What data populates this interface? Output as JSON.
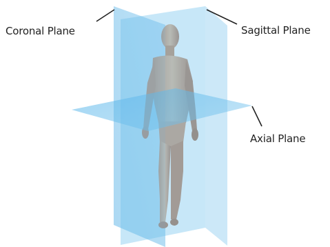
{
  "diagram": {
    "labels": {
      "coronal": "Coronal Plane",
      "sagittal": "Sagittal Plane",
      "axial": "Axial Plane"
    },
    "colors": {
      "plane_fill": "#5bb8ea",
      "plane_fill_light": "#a9dbf5",
      "skin": "#d9a27e",
      "skin_shadow": "#b9795a",
      "leader_line": "#222222"
    }
  }
}
